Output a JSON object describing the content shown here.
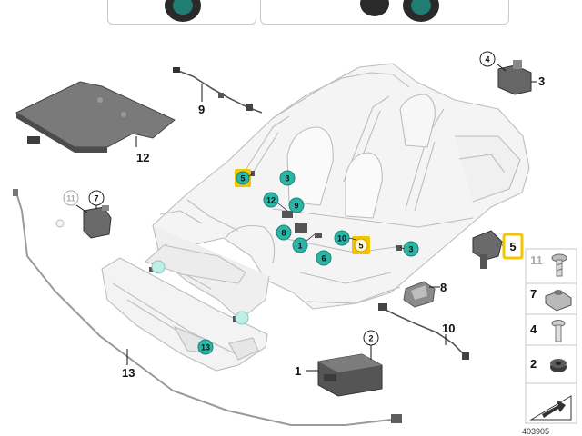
{
  "diagram_id": "403905",
  "callouts": {
    "c1": "1",
    "c2": "2",
    "c3": "3",
    "c4": "4",
    "c5": "5",
    "c7": "7",
    "c8": "8",
    "c9": "9",
    "c10": "10",
    "c11": "11",
    "c12": "12",
    "c13": "13"
  },
  "on_car_markers": [
    "5",
    "3",
    "12",
    "9",
    "8",
    "1",
    "6",
    "10",
    "5",
    "3",
    "13",
    "3"
  ],
  "legend": [
    "11",
    "7",
    "4",
    "2"
  ],
  "colors": {
    "highlight_yellow": "#f5c400",
    "teal_marker": "#2bb5a6",
    "line_gray": "#b9b9b9",
    "dark_part": "#5a5a5a"
  },
  "icons": [
    "tire-icon",
    "wheel-icon",
    "control-unit-icon",
    "sensor-icon",
    "screw-icon",
    "clip-icon",
    "nut-icon",
    "arrow-icon"
  ]
}
